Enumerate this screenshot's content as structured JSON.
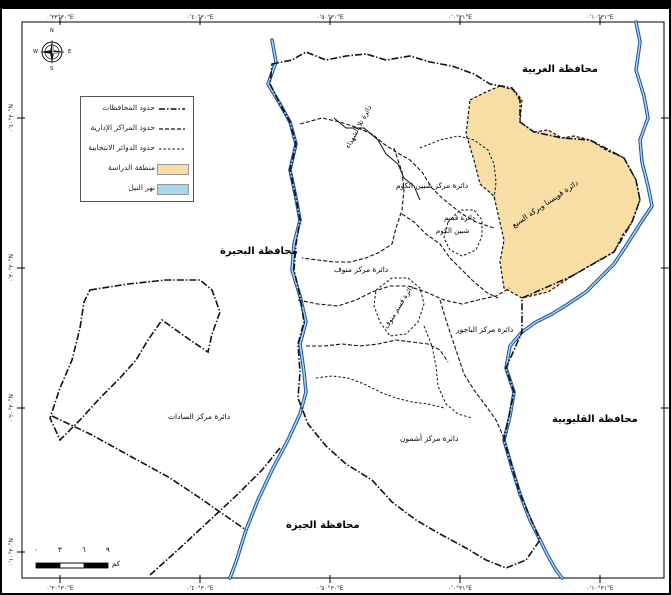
{
  "frame": {
    "top_ticks": [
      "٣٠°٣٣'٠\"E",
      "٣٠°٤٠'٠\"E",
      "٣٠°٥٠'٠\"E",
      "٣١°٠'٠\"E",
      "٣١°١٠'٠\"E"
    ],
    "bottom_ticks": [
      "٣٠°٣٠'٠\"E",
      "٣٠°٤٠'٠\"E",
      "٣٠°٥٠'٠\"E",
      "٣١°٠'٠\"E",
      "٣١°١٠'٠\"E"
    ],
    "left_ticks": [
      "٣٠°٤٠'٠\"N",
      "٣٠°٣٠'٠\"N",
      "٣٠°٢٠'٠\"N",
      "٣٠°١٠'٠\"N"
    ]
  },
  "legend": {
    "items": [
      {
        "label": "حدود المحافظات",
        "symbol": "dash-dot"
      },
      {
        "label": "حدود المراكز الإدارية",
        "symbol": "dash"
      },
      {
        "label": "حدود الدوائر الانتخابية",
        "symbol": "short-dash"
      },
      {
        "label": "منطقة الدراسة",
        "symbol": "fill",
        "color": "#f9dfa6"
      },
      {
        "label": "نهر النيل",
        "symbol": "fill",
        "color": "#a8d8f0"
      }
    ]
  },
  "governorates": {
    "gharbia": "محافظة الغربية",
    "beheira": "محافظة البحيرة",
    "qalyubia": "محافظة القليوبية",
    "giza": "محافظة الجيزة"
  },
  "districts": {
    "tala": "دائرة تلا الشهداء",
    "shebin": "دائرة مركز شبين الكوم",
    "shebin_qism1": "دائرة قسم",
    "shebin_qism2": "شبين الكوم",
    "birket_quesna": "دائرة قويسنا وبركة السبع",
    "menouf": "دائرة مركز منوف",
    "menouf_qism": "دائرة قسم منوف",
    "bagour": "دائرة مركز الباجور",
    "ashmoun": "دائرة مركز أشمون",
    "sadat": "دائرة مركز السادات"
  },
  "compass": {
    "north": "N",
    "south": "S",
    "east": "E",
    "west": "W"
  },
  "scale": {
    "ticks": [
      "٠",
      "٣",
      "٦",
      "٩"
    ],
    "unit": "كم"
  },
  "colors": {
    "study_area": "#f9dfa6",
    "nile": "#a8d8f0",
    "nile_edge": "#1b4ea0",
    "boundary": "#111111"
  }
}
